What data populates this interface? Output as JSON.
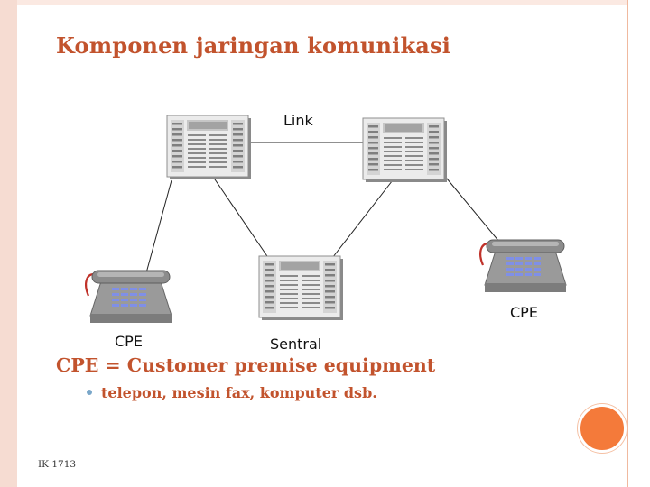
{
  "slide": {
    "title": "Komponen jaringan komunikasi",
    "heading": "CPE = Customer premise equipment",
    "bullets": [
      "telepon, mesin fax, komputer dsb."
    ],
    "footer": "IK 1713",
    "accent_color": "#c2532d",
    "decor_circle_color": "#f47a3a"
  },
  "diagram": {
    "labels": {
      "link": "Link",
      "cpe_left": "CPE",
      "cpe_right": "CPE",
      "sentral": "Sentral"
    },
    "nodes": [
      {
        "id": "switch-top-left",
        "icon": "switch-cabinet-icon"
      },
      {
        "id": "switch-top-right",
        "icon": "switch-cabinet-icon"
      },
      {
        "id": "switch-center",
        "icon": "switch-cabinet-icon"
      },
      {
        "id": "phone-left",
        "icon": "telephone-icon"
      },
      {
        "id": "phone-right",
        "icon": "telephone-icon"
      }
    ],
    "edges": [
      [
        "switch-top-left",
        "switch-top-right"
      ],
      [
        "switch-top-left",
        "switch-center"
      ],
      [
        "switch-top-right",
        "switch-center"
      ],
      [
        "switch-top-left",
        "phone-left"
      ],
      [
        "switch-top-right",
        "phone-right"
      ]
    ]
  }
}
